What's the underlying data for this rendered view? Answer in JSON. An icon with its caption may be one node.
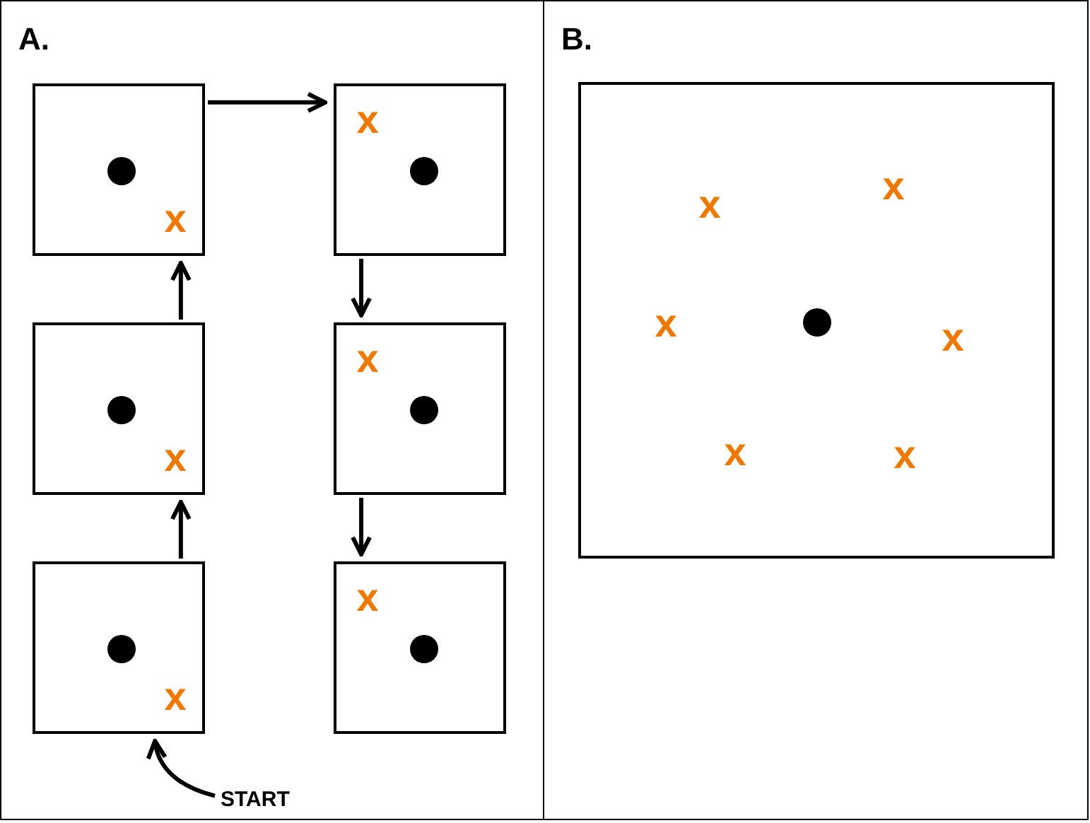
{
  "diagram": {
    "nodes": [
      {
        "text": [
          "A."
        ]
      },
      {
        "text": [
          "x"
        ],
        "in": 0
      },
      {
        "text": [
          "x"
        ],
        "in": 0
      },
      {
        "text": [
          "x"
        ],
        "in": 0
      },
      {
        "text": [
          "x"
        ],
        "in": 0
      },
      {
        "text": [
          "x"
        ],
        "in": 0
      },
      {
        "text": [
          "x"
        ],
        "in": 0
      },
      {
        "text": [
          "START"
        ],
        "in": 0
      },
      {
        "text": [
          "B."
        ]
      },
      {
        "text": [
          "x",
          "x",
          "x",
          "x",
          "x",
          "x"
        ],
        "in": 8
      }
    ],
    "edges": [
      {
        "from": 7,
        "to": 5,
        "arrow": "to"
      },
      {
        "from": 5,
        "to": 3,
        "arrow": "to"
      },
      {
        "from": 3,
        "to": 1,
        "arrow": "to"
      },
      {
        "from": 1,
        "to": 2,
        "arrow": "to"
      },
      {
        "from": 2,
        "to": 4,
        "arrow": "to"
      },
      {
        "from": 4,
        "to": 6,
        "arrow": "to"
      }
    ]
  }
}
